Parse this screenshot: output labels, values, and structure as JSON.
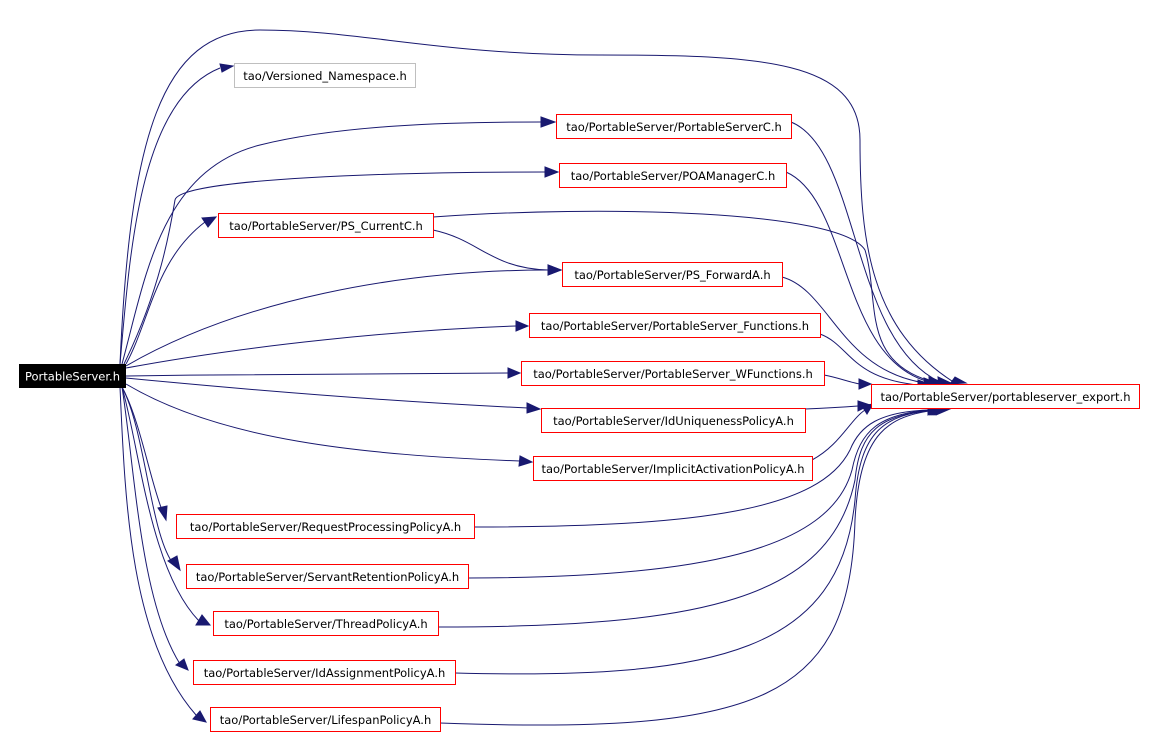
{
  "colors": {
    "edge": "#191970",
    "root_fill": "#000000",
    "root_text": "#ffffff",
    "documented_border": "#ff0000",
    "undocumented_border": "#bfbfbf",
    "node_fill": "#ffffff",
    "node_text": "#000000"
  },
  "nodes": [
    {
      "id": "portableserver_h",
      "label": "PortableServer.h",
      "kind": "root"
    },
    {
      "id": "versioned_namespace",
      "label": "tao/Versioned_Namespace.h",
      "kind": "undocumented"
    },
    {
      "id": "portableserverc",
      "label": "tao/PortableServer/PortableServerC.h",
      "kind": "documented"
    },
    {
      "id": "poamanagerc",
      "label": "tao/PortableServer/POAManagerC.h",
      "kind": "documented"
    },
    {
      "id": "ps_currentc",
      "label": "tao/PortableServer/PS_CurrentC.h",
      "kind": "documented"
    },
    {
      "id": "ps_forwarda",
      "label": "tao/PortableServer/PS_ForwardA.h",
      "kind": "documented"
    },
    {
      "id": "ps_functions",
      "label": "tao/PortableServer/PortableServer_Functions.h",
      "kind": "documented"
    },
    {
      "id": "ps_wfunctions",
      "label": "tao/PortableServer/PortableServer_WFunctions.h",
      "kind": "documented"
    },
    {
      "id": "portableserver_export",
      "label": "tao/PortableServer/portableserver_export.h",
      "kind": "documented"
    },
    {
      "id": "iduniqueness",
      "label": "tao/PortableServer/IdUniquenessPolicyA.h",
      "kind": "documented"
    },
    {
      "id": "implicitactivation",
      "label": "tao/PortableServer/ImplicitActivationPolicyA.h",
      "kind": "documented"
    },
    {
      "id": "requestprocessing",
      "label": "tao/PortableServer/RequestProcessingPolicyA.h",
      "kind": "documented"
    },
    {
      "id": "servantretention",
      "label": "tao/PortableServer/ServantRetentionPolicyA.h",
      "kind": "documented"
    },
    {
      "id": "threadpolicy",
      "label": "tao/PortableServer/ThreadPolicyA.h",
      "kind": "documented"
    },
    {
      "id": "idassignment",
      "label": "tao/PortableServer/IdAssignmentPolicyA.h",
      "kind": "documented"
    },
    {
      "id": "lifespan",
      "label": "tao/PortableServer/LifespanPolicyA.h",
      "kind": "documented"
    }
  ],
  "edges": [
    {
      "from": "portableserver_h",
      "to": "versioned_namespace"
    },
    {
      "from": "portableserver_h",
      "to": "portableserverc"
    },
    {
      "from": "portableserver_h",
      "to": "poamanagerc"
    },
    {
      "from": "portableserver_h",
      "to": "ps_currentc"
    },
    {
      "from": "portableserver_h",
      "to": "ps_forwarda"
    },
    {
      "from": "portableserver_h",
      "to": "ps_functions"
    },
    {
      "from": "portableserver_h",
      "to": "ps_wfunctions"
    },
    {
      "from": "portableserver_h",
      "to": "iduniqueness"
    },
    {
      "from": "portableserver_h",
      "to": "implicitactivation"
    },
    {
      "from": "portableserver_h",
      "to": "requestprocessing"
    },
    {
      "from": "portableserver_h",
      "to": "servantretention"
    },
    {
      "from": "portableserver_h",
      "to": "threadpolicy"
    },
    {
      "from": "portableserver_h",
      "to": "idassignment"
    },
    {
      "from": "portableserver_h",
      "to": "lifespan"
    },
    {
      "from": "portableserver_h",
      "to": "portableserver_export"
    },
    {
      "from": "ps_currentc",
      "to": "ps_forwarda"
    },
    {
      "from": "portableserverc",
      "to": "portableserver_export"
    },
    {
      "from": "poamanagerc",
      "to": "portableserver_export"
    },
    {
      "from": "ps_currentc",
      "to": "portableserver_export"
    },
    {
      "from": "ps_forwarda",
      "to": "portableserver_export"
    },
    {
      "from": "ps_functions",
      "to": "portableserver_export"
    },
    {
      "from": "ps_wfunctions",
      "to": "portableserver_export"
    },
    {
      "from": "iduniqueness",
      "to": "portableserver_export"
    },
    {
      "from": "implicitactivation",
      "to": "portableserver_export"
    },
    {
      "from": "requestprocessing",
      "to": "portableserver_export"
    },
    {
      "from": "servantretention",
      "to": "portableserver_export"
    },
    {
      "from": "threadpolicy",
      "to": "portableserver_export"
    },
    {
      "from": "idassignment",
      "to": "portableserver_export"
    },
    {
      "from": "lifespan",
      "to": "portableserver_export"
    }
  ]
}
